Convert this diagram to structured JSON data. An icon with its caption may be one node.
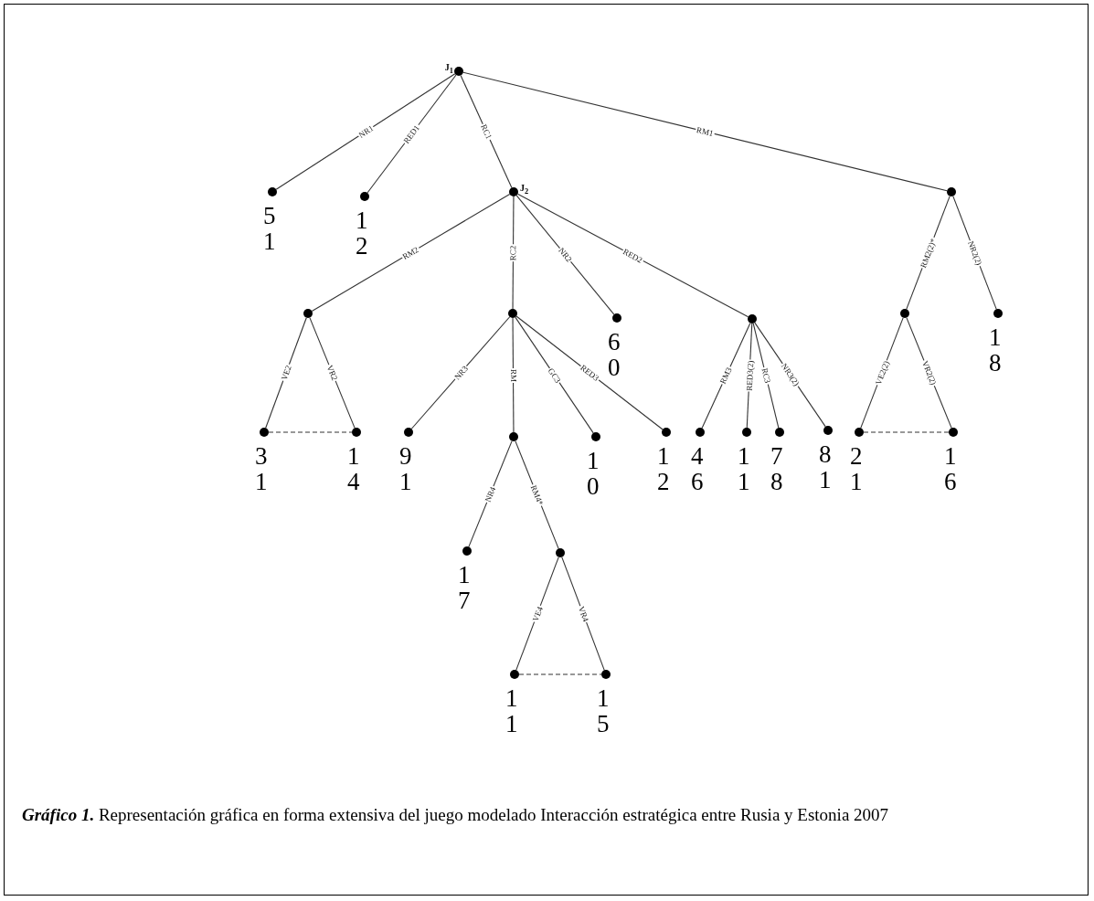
{
  "diagram": {
    "caption": "**Gráfico 1.** Representación gráfica en forma extensiva del juego modelado Interacción estratégica entre Rusia y Estonia 2007",
    "nodes": [
      {
        "text": [],
        "shape": "circle",
        "beside": [
          "J$_{1}$"
        ]
      },
      {
        "text": [],
        "shape": "circle",
        "beside": [
          "5",
          "1"
        ]
      },
      {
        "text": [],
        "shape": "circle",
        "beside": [
          "1",
          "2"
        ]
      },
      {
        "text": [],
        "shape": "circle",
        "beside": [
          "J$_{2}$"
        ]
      },
      {
        "text": [],
        "shape": "circle"
      },
      {
        "text": [],
        "shape": "circle"
      },
      {
        "text": [],
        "shape": "circle"
      },
      {
        "text": [],
        "shape": "circle",
        "beside": [
          "6",
          "0"
        ]
      },
      {
        "text": [],
        "shape": "circle"
      },
      {
        "text": [],
        "shape": "circle"
      },
      {
        "text": [],
        "shape": "circle",
        "beside": [
          "1",
          "8"
        ]
      },
      {
        "text": [],
        "shape": "circle",
        "beside": [
          "3",
          "1"
        ]
      },
      {
        "text": [],
        "shape": "circle",
        "beside": [
          "1",
          "4"
        ]
      },
      {
        "text": [],
        "shape": "circle",
        "beside": [
          "9",
          "1"
        ]
      },
      {
        "text": [],
        "shape": "circle"
      },
      {
        "text": [],
        "shape": "circle",
        "beside": [
          "1",
          "0"
        ]
      },
      {
        "text": [],
        "shape": "circle",
        "beside": [
          "1",
          "2"
        ]
      },
      {
        "text": [],
        "shape": "circle",
        "beside": [
          "4",
          "6"
        ]
      },
      {
        "text": [],
        "shape": "circle",
        "beside": [
          "1",
          "1"
        ]
      },
      {
        "text": [],
        "shape": "circle",
        "beside": [
          "7",
          "8"
        ]
      },
      {
        "text": [],
        "shape": "circle",
        "beside": [
          "8",
          "1"
        ]
      },
      {
        "text": [],
        "shape": "circle",
        "beside": [
          "2",
          "1"
        ]
      },
      {
        "text": [],
        "shape": "circle",
        "beside": [
          "1",
          "6"
        ]
      },
      {
        "text": [],
        "shape": "circle",
        "beside": [
          "1",
          "7"
        ]
      },
      {
        "text": [],
        "shape": "circle"
      },
      {
        "text": [],
        "shape": "circle",
        "beside": [
          "1",
          "1"
        ]
      },
      {
        "text": [],
        "shape": "circle",
        "beside": [
          "1",
          "5"
        ]
      }
    ],
    "edges": [
      {
        "from": 0,
        "to": 1,
        "arrow": "none",
        "label": "NR1"
      },
      {
        "from": 0,
        "to": 2,
        "arrow": "none",
        "label": "RED1"
      },
      {
        "from": 0,
        "to": 3,
        "arrow": "none",
        "label": "RC1"
      },
      {
        "from": 0,
        "to": 4,
        "arrow": "none",
        "label": "RM1"
      },
      {
        "from": 3,
        "to": 5,
        "arrow": "none",
        "label": "RM2"
      },
      {
        "from": 3,
        "to": 6,
        "arrow": "none",
        "label": "RC2"
      },
      {
        "from": 3,
        "to": 7,
        "arrow": "none",
        "label": "NR2"
      },
      {
        "from": 3,
        "to": 8,
        "arrow": "none",
        "label": "RED2"
      },
      {
        "from": 4,
        "to": 9,
        "arrow": "none",
        "label": "RM2(2)*"
      },
      {
        "from": 4,
        "to": 10,
        "arrow": "none",
        "label": "NR2(2)"
      },
      {
        "from": 5,
        "to": 11,
        "arrow": "none",
        "label": "VE2"
      },
      {
        "from": 5,
        "to": 12,
        "arrow": "none",
        "label": "VR2"
      },
      {
        "from": 11,
        "to": 12,
        "arrow": "none",
        "style": "dashed"
      },
      {
        "from": 6,
        "to": 13,
        "arrow": "none",
        "label": "NR3"
      },
      {
        "from": 6,
        "to": 14,
        "arrow": "none",
        "label": "RM"
      },
      {
        "from": 6,
        "to": 15,
        "arrow": "none",
        "label": "GC3"
      },
      {
        "from": 6,
        "to": 16,
        "arrow": "none",
        "label": "RED3"
      },
      {
        "from": 8,
        "to": 17,
        "arrow": "none",
        "label": "RM3"
      },
      {
        "from": 8,
        "to": 18,
        "arrow": "none",
        "label": "RED3(2)"
      },
      {
        "from": 8,
        "to": 19,
        "arrow": "none",
        "label": "RC3"
      },
      {
        "from": 8,
        "to": 20,
        "arrow": "none",
        "label": "NR3(2)"
      },
      {
        "from": 9,
        "to": 21,
        "arrow": "none",
        "label": "VE2(2)"
      },
      {
        "from": 9,
        "to": 22,
        "arrow": "none",
        "label": "VR2(2)"
      },
      {
        "from": 21,
        "to": 22,
        "arrow": "none",
        "style": "dashed"
      },
      {
        "from": 14,
        "to": 23,
        "arrow": "none",
        "label": "NR4"
      },
      {
        "from": 14,
        "to": 24,
        "arrow": "none",
        "label": "RM4*"
      },
      {
        "from": 24,
        "to": 25,
        "arrow": "none",
        "label": "VE4"
      },
      {
        "from": 24,
        "to": 26,
        "arrow": "none",
        "label": "VR4"
      },
      {
        "from": 25,
        "to": 26,
        "arrow": "none",
        "style": "dashed"
      }
    ]
  }
}
